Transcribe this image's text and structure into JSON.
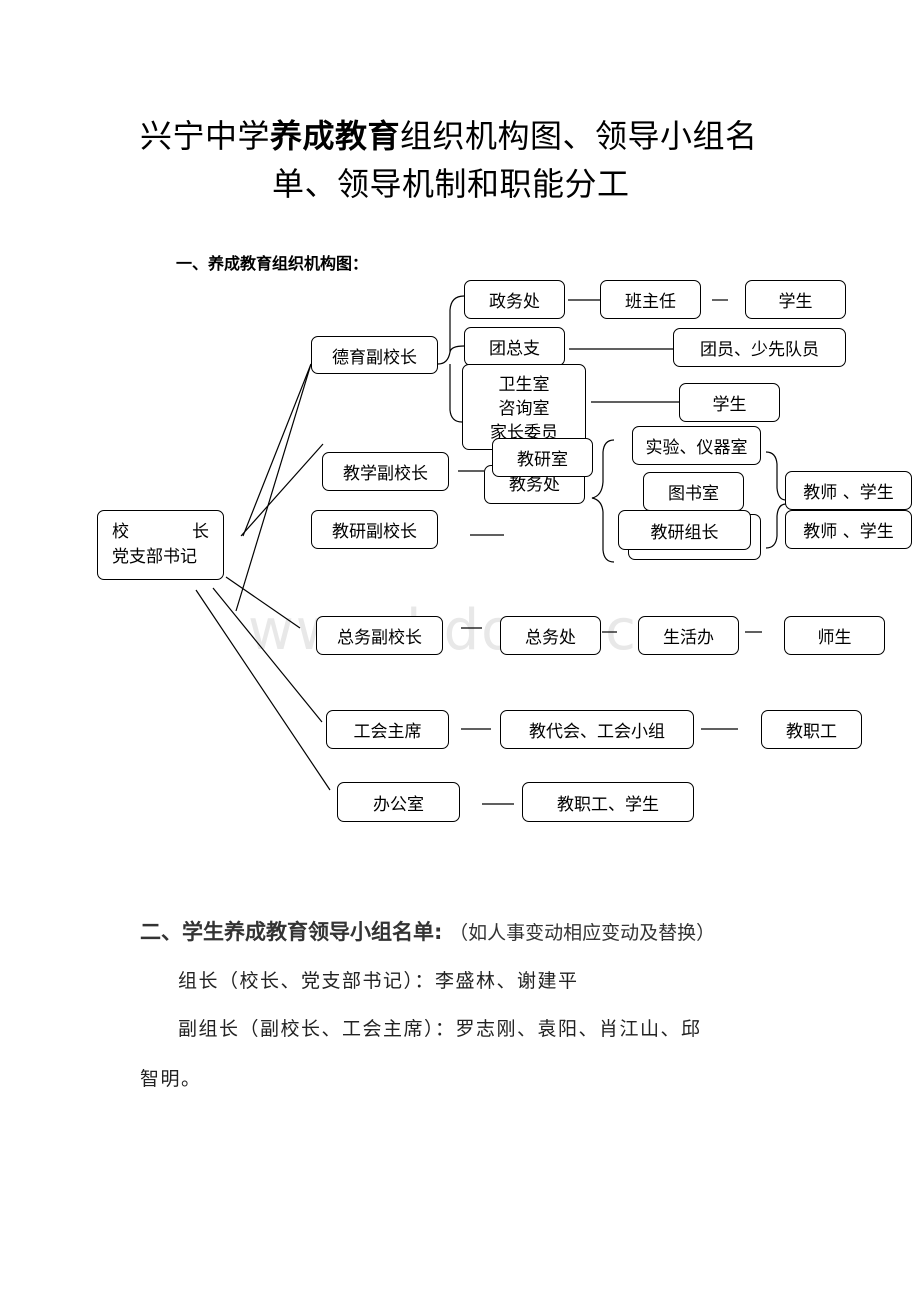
{
  "title": {
    "line1_prefix": "兴宁中学",
    "line1_bold": "养成教育",
    "line1_suffix": "组织机构图、领导小组名",
    "line2": "单、领导机制和职能分工"
  },
  "section1": {
    "heading": "一、养成教育组织机构图："
  },
  "org": {
    "principal_a": "校",
    "principal_b": "长",
    "principal_c": "党支部书记",
    "deyu": "德育副校长",
    "zhengwu": "政务处",
    "banzhuren": "班主任",
    "xuesheng1": "学生",
    "tuanzong": "团总支",
    "tuanyuan": "团员、少先队员",
    "weisheng": "卫生室",
    "zixun": "咨询室",
    "jiazhang": "家长委员",
    "xuesheng2": "学生",
    "jiaoxue": "教学副校长",
    "jiaoyanshi": "教研室",
    "jiaowu": "教务处",
    "jiaoyan_vp": "教研副校长",
    "shiyan": "实验、仪器室",
    "tushu": "图书室",
    "jiaoyanzu": "教研组长",
    "jiaoshi1": "教师 、学生",
    "jiaoshi2": "教师 、学生",
    "zongwu_vp": "总务副校长",
    "zongwuchu": "总务处",
    "shenghuo": "生活办",
    "shisheng": "师生",
    "gonghui": "工会主席",
    "jiaodai": "教代会、工会小组",
    "jiaozhigong1": "教职工",
    "bangong": "办公室",
    "jiaozhigong2": "教职工、学生"
  },
  "watermark": "www.bdocx.com",
  "section2": {
    "heading": "二、学生养成教育领导小组名单",
    "colon": ":",
    "note": "（如人事变动相应变动及替换）",
    "leader": "组长（校长、党支部书记）：李盛林、谢建平",
    "deputy_line1": "副组长（副校长、工会主席）：罗志刚、袁阳、肖江山、邱",
    "deputy_line2": "智明。"
  }
}
